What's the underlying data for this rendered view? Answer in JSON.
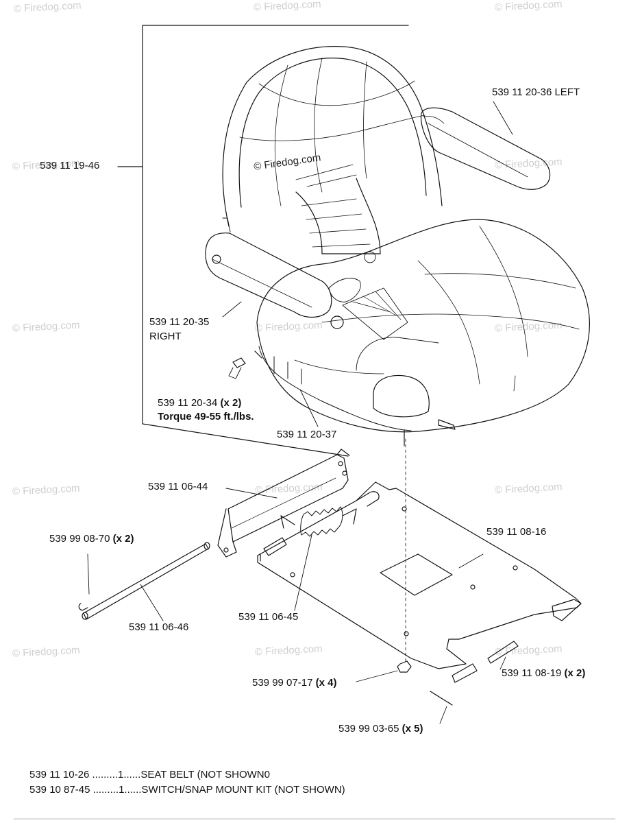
{
  "watermarks": [
    "© Firedog.com",
    "© Firedog.com",
    "© Firedog.com",
    "© Firedog.com",
    "© Firedog.com",
    "© Firedog.com",
    "© Firedog.com",
    "© Firedog.com",
    "© Firedog.com",
    "© Firedog.com",
    "© Firedog.com",
    "© Firedog.com",
    "© Firedog.com",
    "© Firedog.com"
  ],
  "center_watermark": "© Firedog.com",
  "parts": {
    "seat_assembly": "539 11 19-46",
    "armrest_left": "539 11 20-36 LEFT",
    "armrest_right_num": "539 11 20-35",
    "armrest_right_word": "RIGHT",
    "bolt_num": "539 11 20-34",
    "bolt_qty": "(x 2)",
    "torque": "Torque 49-55 ft./lbs.",
    "seat_base": "539 11 20-37",
    "hinge_bracket": "539 11 06-44",
    "clip_num": "539 99 08-70",
    "clip_qty": "(x 2)",
    "seat_plate": "539 11 08-16",
    "rod": "539 11 06-46",
    "spring": "539 11 06-45",
    "nut_num": "539 99 07-17",
    "nut_qty": "(x 4)",
    "pin_num": "539 11 08-19",
    "pin_qty": "(x 2)",
    "cotter_num": "539 99 03-65",
    "cotter_qty": "(x 5)"
  },
  "footnotes": [
    "539 11 10-26 .........1......SEAT BELT (NOT SHOWN0",
    "539 10 87-45 .........1......SWITCH/SNAP MOUNT KIT (NOT SHOWN)"
  ]
}
